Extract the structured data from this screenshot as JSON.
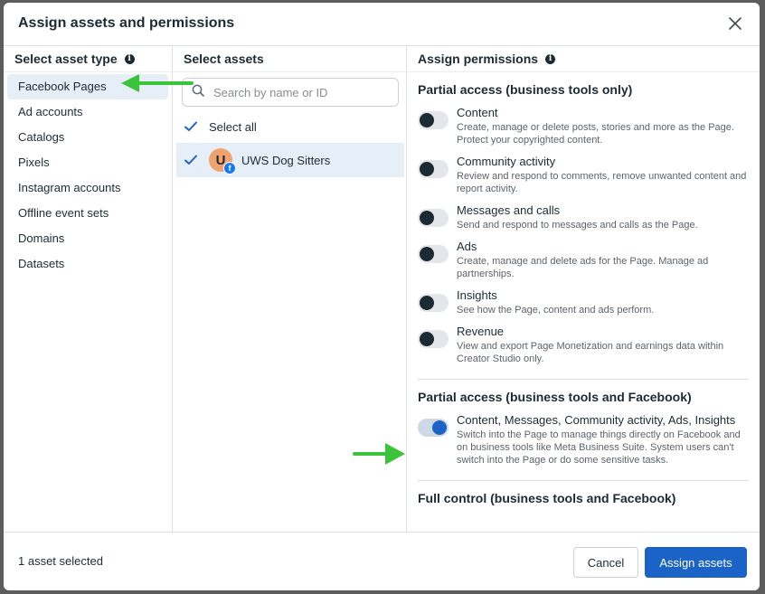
{
  "dialog": {
    "title": "Assign assets and permissions",
    "close_icon": "close-icon"
  },
  "asset_types": {
    "heading": "Select asset type",
    "items": [
      "Facebook Pages",
      "Ad accounts",
      "Catalogs",
      "Pixels",
      "Instagram accounts",
      "Offline event sets",
      "Domains",
      "Datasets"
    ],
    "selected": "Facebook Pages"
  },
  "assets": {
    "heading": "Select assets",
    "search_placeholder": "Search by name or ID",
    "select_all_label": "Select all",
    "items": [
      {
        "initial": "U",
        "name": "UWS Dog Sitters",
        "badge": "f",
        "checked": true
      }
    ]
  },
  "permissions": {
    "heading": "Assign permissions",
    "sections": [
      {
        "title": "Partial access (business tools only)",
        "items": [
          {
            "name": "Content",
            "desc": "Create, manage or delete posts, stories and more as the Page. Protect your copyrighted content.",
            "on": false
          },
          {
            "name": "Community activity",
            "desc": "Review and respond to comments, remove unwanted content and report activity.",
            "on": false
          },
          {
            "name": "Messages and calls",
            "desc": "Send and respond to messages and calls as the Page.",
            "on": false
          },
          {
            "name": "Ads",
            "desc": "Create, manage and delete ads for the Page. Manage ad partnerships.",
            "on": false
          },
          {
            "name": "Insights",
            "desc": "See how the Page, content and ads perform.",
            "on": false
          },
          {
            "name": "Revenue",
            "desc": "View and export Page Monetization and earnings data within Creator Studio only.",
            "on": false
          }
        ]
      },
      {
        "title": "Partial access (business tools and Facebook)",
        "items": [
          {
            "name": "Content, Messages, Community activity, Ads, Insights",
            "desc": "Switch into the Page to manage things directly on Facebook and on business tools like Meta Business Suite. System users can't switch into the Page or do some sensitive tasks.",
            "on": true
          }
        ]
      },
      {
        "title": "Full control (business tools and Facebook)",
        "items": []
      }
    ]
  },
  "footer": {
    "status": "1 asset selected",
    "cancel_label": "Cancel",
    "assign_label": "Assign assets"
  },
  "colors": {
    "accent": "#1b63c6",
    "annotation_arrow": "#3cc33c",
    "selected_bg": "#e6eef8"
  }
}
